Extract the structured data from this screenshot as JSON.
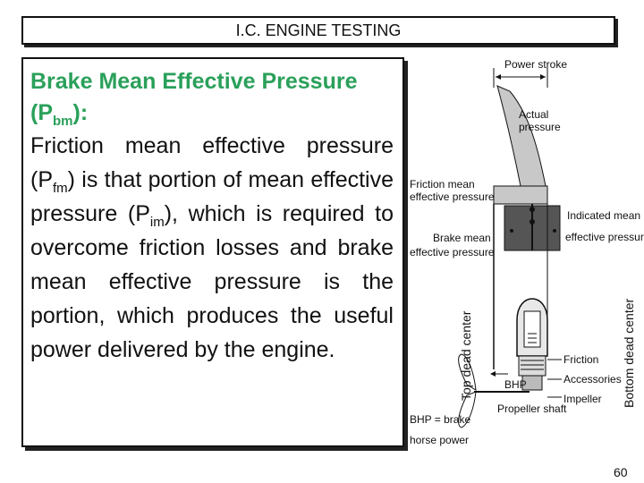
{
  "slide": {
    "title": "I.C. ENGINE TESTING",
    "heading_main": "Brake Mean Effective Pressure",
    "heading_open": "(P",
    "heading_sub": "bm",
    "heading_close": "):",
    "body_1": "Friction mean effective pressure (P",
    "body_sub1": "fm",
    "body_2": ") is that portion of mean effective pressure (P",
    "body_sub2": "im",
    "body_3": "), which is required to overcome friction losses and brake mean effective pressure is the portion, which produces the useful power delivered by the engine.",
    "page_number": "60"
  },
  "diagram": {
    "power_stroke": "Power stroke",
    "actual_1": "Actual",
    "actual_2": "pressure",
    "friction_mep_1": "Friction mean",
    "friction_mep_2": "effective pressure",
    "indicated_mep_1": "Indicated mean",
    "indicated_mep_2": "effective pressure",
    "brake_mep_1": "Brake mean",
    "brake_mep_2": "effective pressure",
    "tdc": "Top dead center",
    "bdc": "Bottom dead center",
    "friction": "Friction",
    "accessories": "Accessories",
    "impeller": "Impeller",
    "bhp": "BHP",
    "propeller": "Propeller shaft",
    "bhp_def_1": "BHP = brake",
    "bhp_def_2": "horse power",
    "colors": {
      "dark_fill": "#555555",
      "light_fill": "#c8c8c8",
      "heading_green": "#2aa05a"
    }
  }
}
